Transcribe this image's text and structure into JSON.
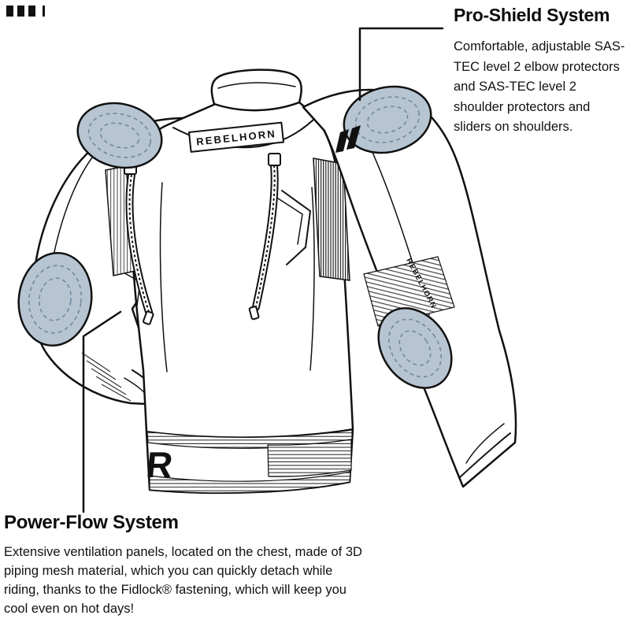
{
  "indicator": {
    "segments": [
      "filled",
      "filled",
      "filled",
      "bar"
    ]
  },
  "callouts": {
    "pro_shield": {
      "title": "Pro-Shield System",
      "description": "Comfortable, adjustable SAS-TEC level 2 elbow protectors and SAS-TEC level 2 shoulder protectors and sliders on shoulders."
    },
    "power_flow": {
      "title": "Power-Flow System",
      "description": "Extensive ventilation panels, located on the chest, made of 3D piping mesh material, which you can quickly detach while riding, thanks to the Fidlock® fastening, which will keep you cool even on hot days!"
    }
  },
  "illustration": {
    "back_label": "REBELHORN",
    "sleeve_label": "REBELHORN",
    "logo_letter": "R",
    "pad_color": "#b7c5d2",
    "pad_contour_color": "#6f89a2",
    "line_color": "#111111",
    "background": "#ffffff"
  }
}
